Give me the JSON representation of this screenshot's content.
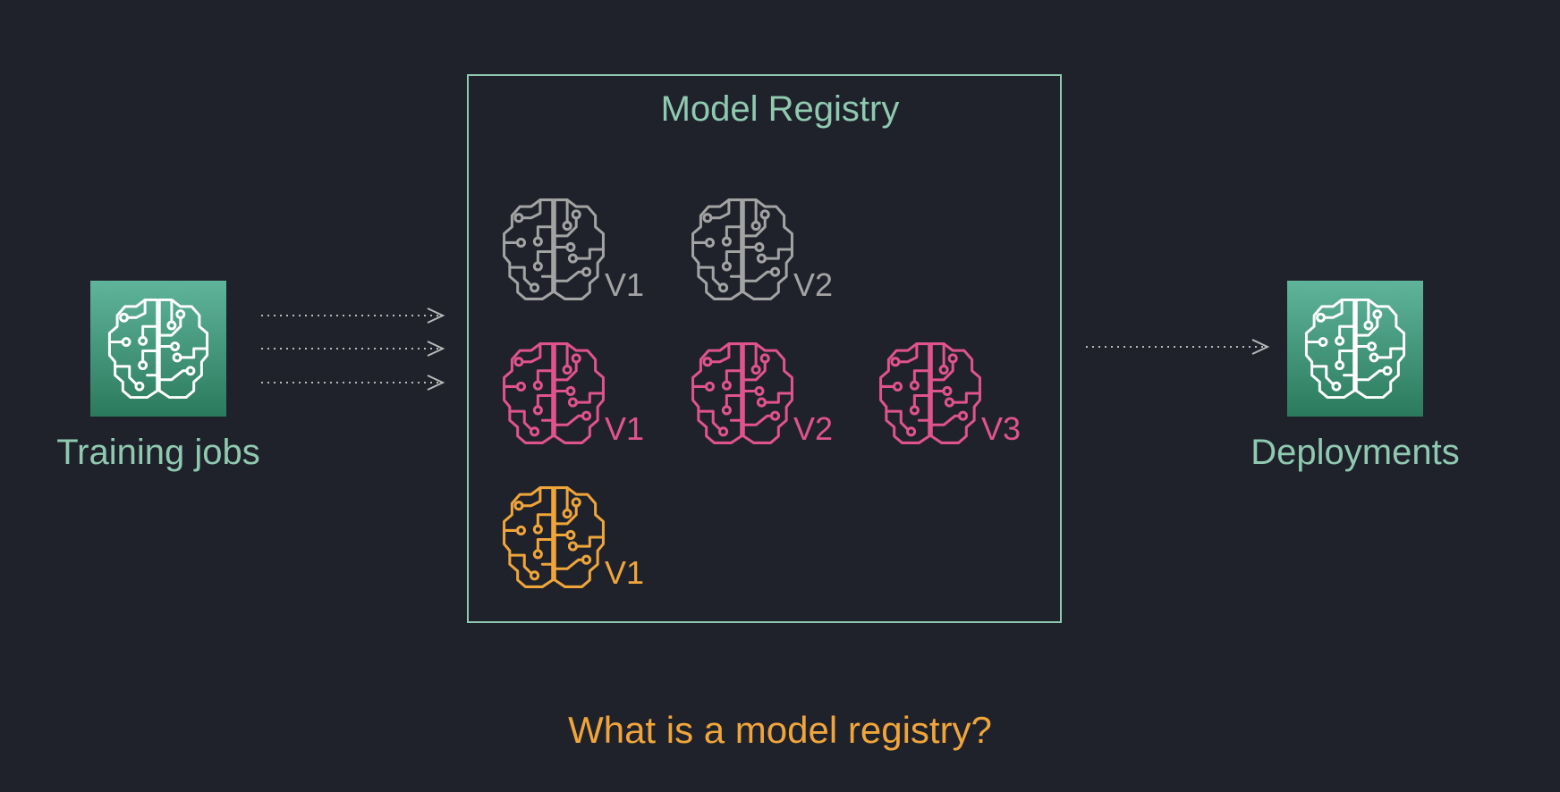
{
  "colors": {
    "background": "#1f222b",
    "teal": "#8fc9b0",
    "gray": "#a3a3a3",
    "pink": "#e0538e",
    "orange": "#f0a53b"
  },
  "training": {
    "label": "Training jobs",
    "icon": "ml-brain-icon"
  },
  "deployments": {
    "label": "Deployments",
    "icon": "ml-brain-icon"
  },
  "registry": {
    "title": "Model Registry",
    "groups": [
      {
        "color": "gray",
        "versions": [
          "V1",
          "V2"
        ]
      },
      {
        "color": "pink",
        "versions": [
          "V1",
          "V2",
          "V3"
        ]
      },
      {
        "color": "orange",
        "versions": [
          "V1"
        ]
      }
    ]
  },
  "caption": "What is a model registry?"
}
